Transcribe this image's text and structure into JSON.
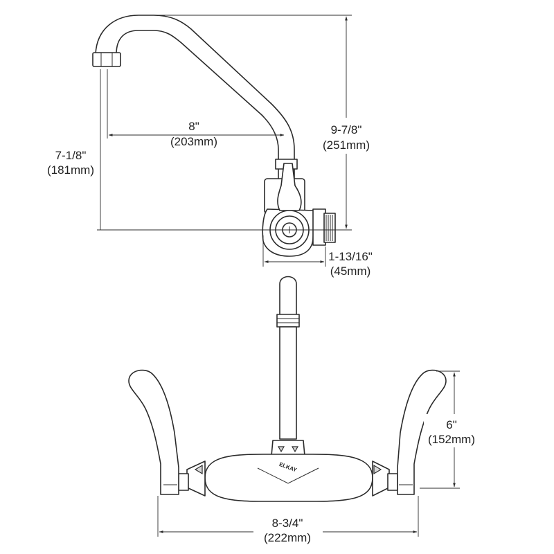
{
  "brand": "ELKAY",
  "side_view": {
    "spout_reach": {
      "imperial": "8\"",
      "metric": "(203mm)"
    },
    "spout_height": {
      "imperial": "7-1/8\"",
      "metric": "(181mm)"
    },
    "overall_height": {
      "imperial": "9-7/8\"",
      "metric": "(251mm)"
    },
    "body_depth": {
      "imperial": "1-13/16\"",
      "metric": "(45mm)"
    }
  },
  "front_view": {
    "handle_height": {
      "imperial": "6\"",
      "metric": "(152mm)"
    },
    "overall_width": {
      "imperial": "8-3/4\"",
      "metric": "(222mm)"
    }
  }
}
